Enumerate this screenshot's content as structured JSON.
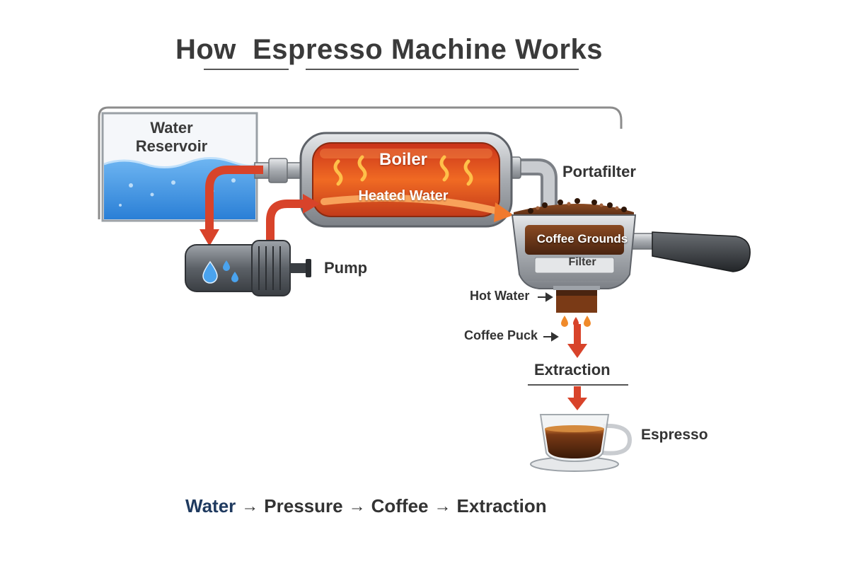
{
  "title": "How  Espresso Machine Works",
  "labels": {
    "water_reservoir": [
      "Water",
      "Reservoir"
    ],
    "boiler": "Boiler",
    "heated_water": "Heated Water",
    "portafilter": "Portafilter",
    "pump": "Pump",
    "coffee_grounds": "Coffee Grounds",
    "filter": "Filter",
    "hot_water": "Hot Water",
    "coffee_puck": "Coffee Puck",
    "extraction": "Extraction",
    "espresso": "Espresso"
  },
  "flow": {
    "steps": [
      "Water",
      "Pressure",
      "Coffee",
      "Extraction"
    ],
    "separator": "→"
  },
  "colors": {
    "water": "#3b8fe0",
    "boiler": "#e8501e",
    "arrow": "#d8432a",
    "coffee": "#5a3018",
    "metal": "#a9adb2",
    "flow_first": "#1f3a5f"
  },
  "icons": [
    "water-drop-icon",
    "flame-icon",
    "arrow-icon",
    "espresso-cup-icon"
  ]
}
